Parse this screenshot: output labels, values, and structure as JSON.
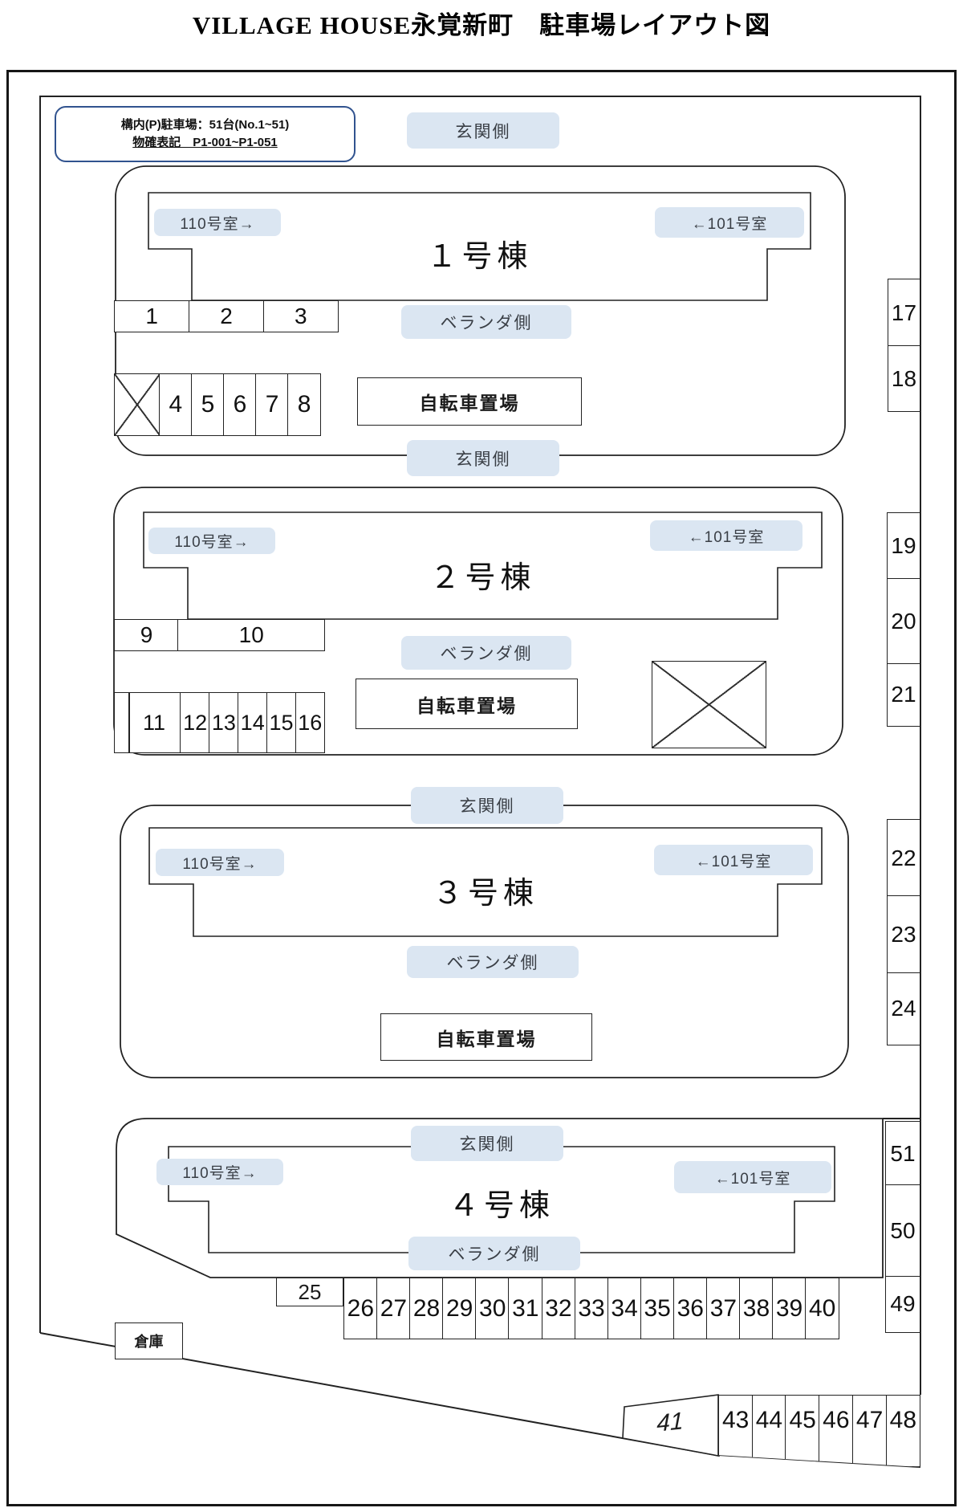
{
  "title": "VILLAGE HOUSE永覚新町　駐車場レイアウト図",
  "info_box": {
    "line1": "構内(P)駐車場：51台(No.1~51)",
    "line2": "物確表記　P1-001~P1-051"
  },
  "labels": {
    "entrance_side": "玄関側",
    "veranda_side": "ベランダ側",
    "bicycle_parking": "自転車置場",
    "warehouse": "倉庫",
    "room_110": "110号室→",
    "room_101": "←101号室"
  },
  "buildings": [
    "１号棟",
    "２号棟",
    "３号棟",
    "４号棟"
  ],
  "parking": {
    "row_1_3": [
      "1",
      "2",
      "3"
    ],
    "row_4_8": [
      "4",
      "5",
      "6",
      "7",
      "8"
    ],
    "row_9_10": [
      "9",
      "10"
    ],
    "row_11_16": [
      "11",
      "12",
      "13",
      "14",
      "15",
      "16"
    ],
    "space_25": "25",
    "row_26_40": [
      "26",
      "27",
      "28",
      "29",
      "30",
      "31",
      "32",
      "33",
      "34",
      "35",
      "36",
      "37",
      "38",
      "39",
      "40"
    ],
    "space_41": "41",
    "row_43_48": [
      "43",
      "44",
      "45",
      "46",
      "47",
      "48"
    ],
    "right_top": [
      "17",
      "18"
    ],
    "right_mid": [
      "19",
      "20",
      "21"
    ],
    "right_low": [
      "22",
      "23",
      "24"
    ],
    "right_bottom": [
      "51",
      "50",
      "49"
    ]
  },
  "colors": {
    "label_bg": "#dbe6f2",
    "info_border": "#31538f",
    "line": "#222222"
  }
}
